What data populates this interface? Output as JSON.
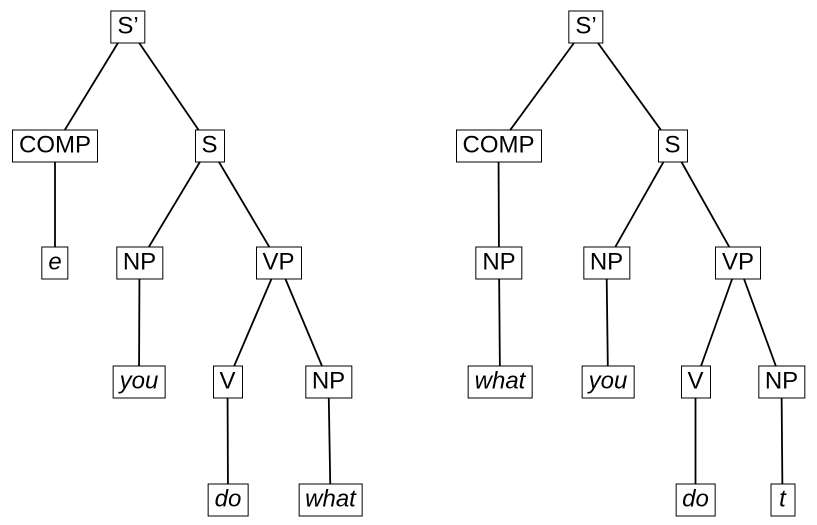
{
  "diagram": {
    "kind": "syntax-trees",
    "line_color": "#000000",
    "box_border_color": "#000000",
    "background_color": "#ffffff"
  },
  "trees": {
    "left": {
      "nodes": {
        "s_bar": {
          "label": "S’"
        },
        "comp": {
          "label": "COMP"
        },
        "s": {
          "label": "S"
        },
        "e": {
          "label": "e"
        },
        "np_subject": {
          "label": "NP"
        },
        "vp": {
          "label": "VP"
        },
        "you": {
          "label": "you"
        },
        "v": {
          "label": "V"
        },
        "np_object": {
          "label": "NP"
        },
        "do": {
          "label": "do"
        },
        "what": {
          "label": "what"
        }
      }
    },
    "right": {
      "nodes": {
        "s_bar": {
          "label": "S’"
        },
        "comp": {
          "label": "COMP"
        },
        "s": {
          "label": "S"
        },
        "np_comp": {
          "label": "NP"
        },
        "np_subject": {
          "label": "NP"
        },
        "vp": {
          "label": "VP"
        },
        "what": {
          "label": "what"
        },
        "you": {
          "label": "you"
        },
        "v": {
          "label": "V"
        },
        "np_object": {
          "label": "NP"
        },
        "do": {
          "label": "do"
        },
        "t": {
          "label": "t"
        }
      }
    }
  }
}
